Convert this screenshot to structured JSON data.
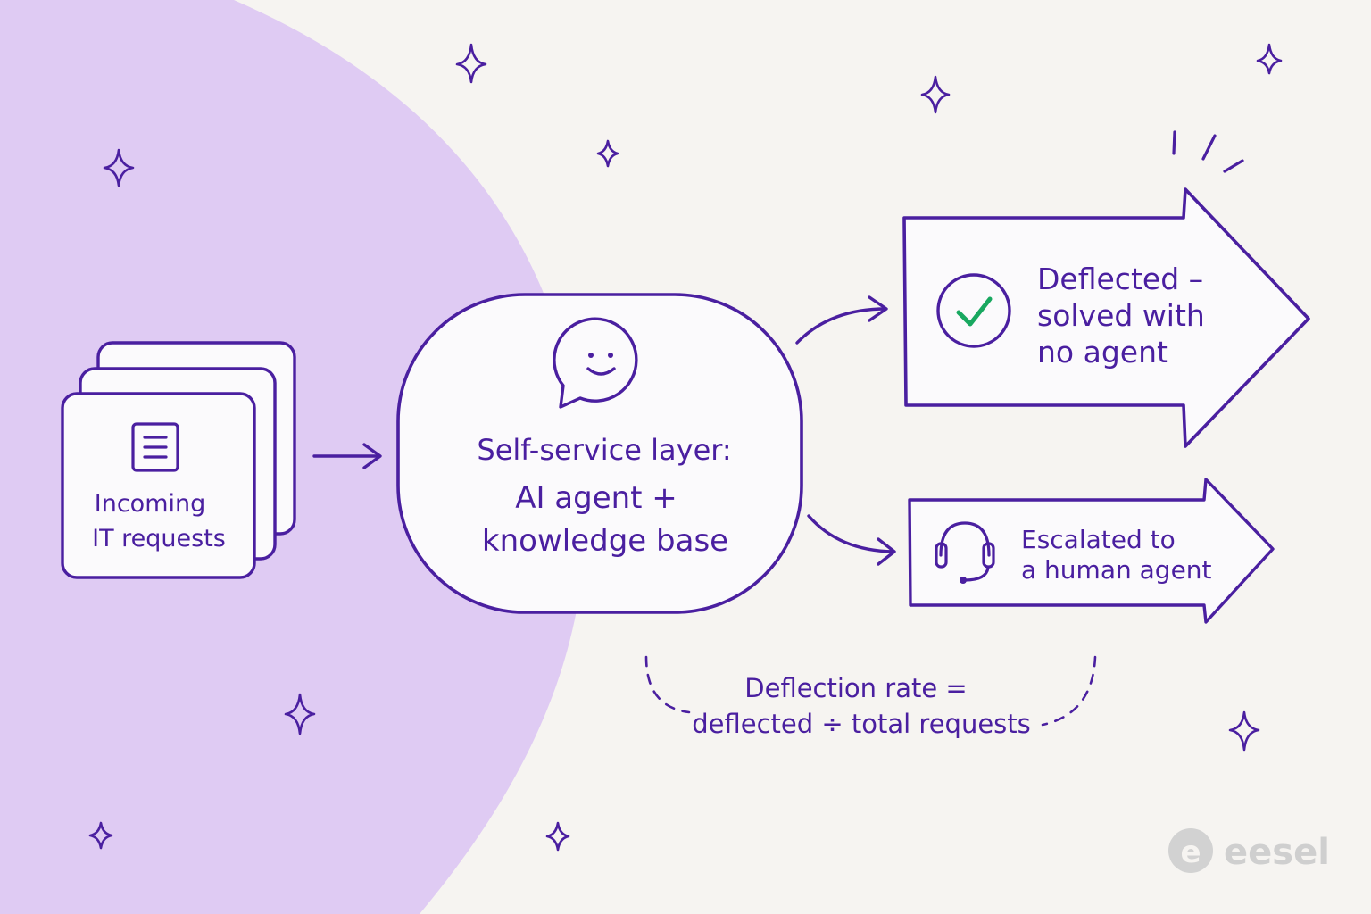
{
  "colors": {
    "background": "#f6f4f1",
    "blob": "#dfcbf3",
    "ink": "#4a1fa0",
    "check": "#19a860",
    "panel": "#fbfafc",
    "logo": "#d2d2d2"
  },
  "incoming": {
    "icon": "document-icon",
    "line1": "Incoming",
    "line2": "IT requests"
  },
  "selfservice": {
    "icon": "chat-smile-icon",
    "line1": "Self-service layer:",
    "line2": "AI agent +",
    "line3": "knowledge base"
  },
  "deflected": {
    "icon": "check-circle-icon",
    "line1": "Deflected –",
    "line2": "solved with",
    "line3": "no agent"
  },
  "escalated": {
    "icon": "headset-icon",
    "line1": "Escalated to",
    "line2": "a human agent"
  },
  "formula": {
    "line1": "Deflection rate =",
    "line2": "deflected ÷ total requests"
  },
  "brand": {
    "icon": "eesel-logo-icon",
    "name": "eesel"
  }
}
